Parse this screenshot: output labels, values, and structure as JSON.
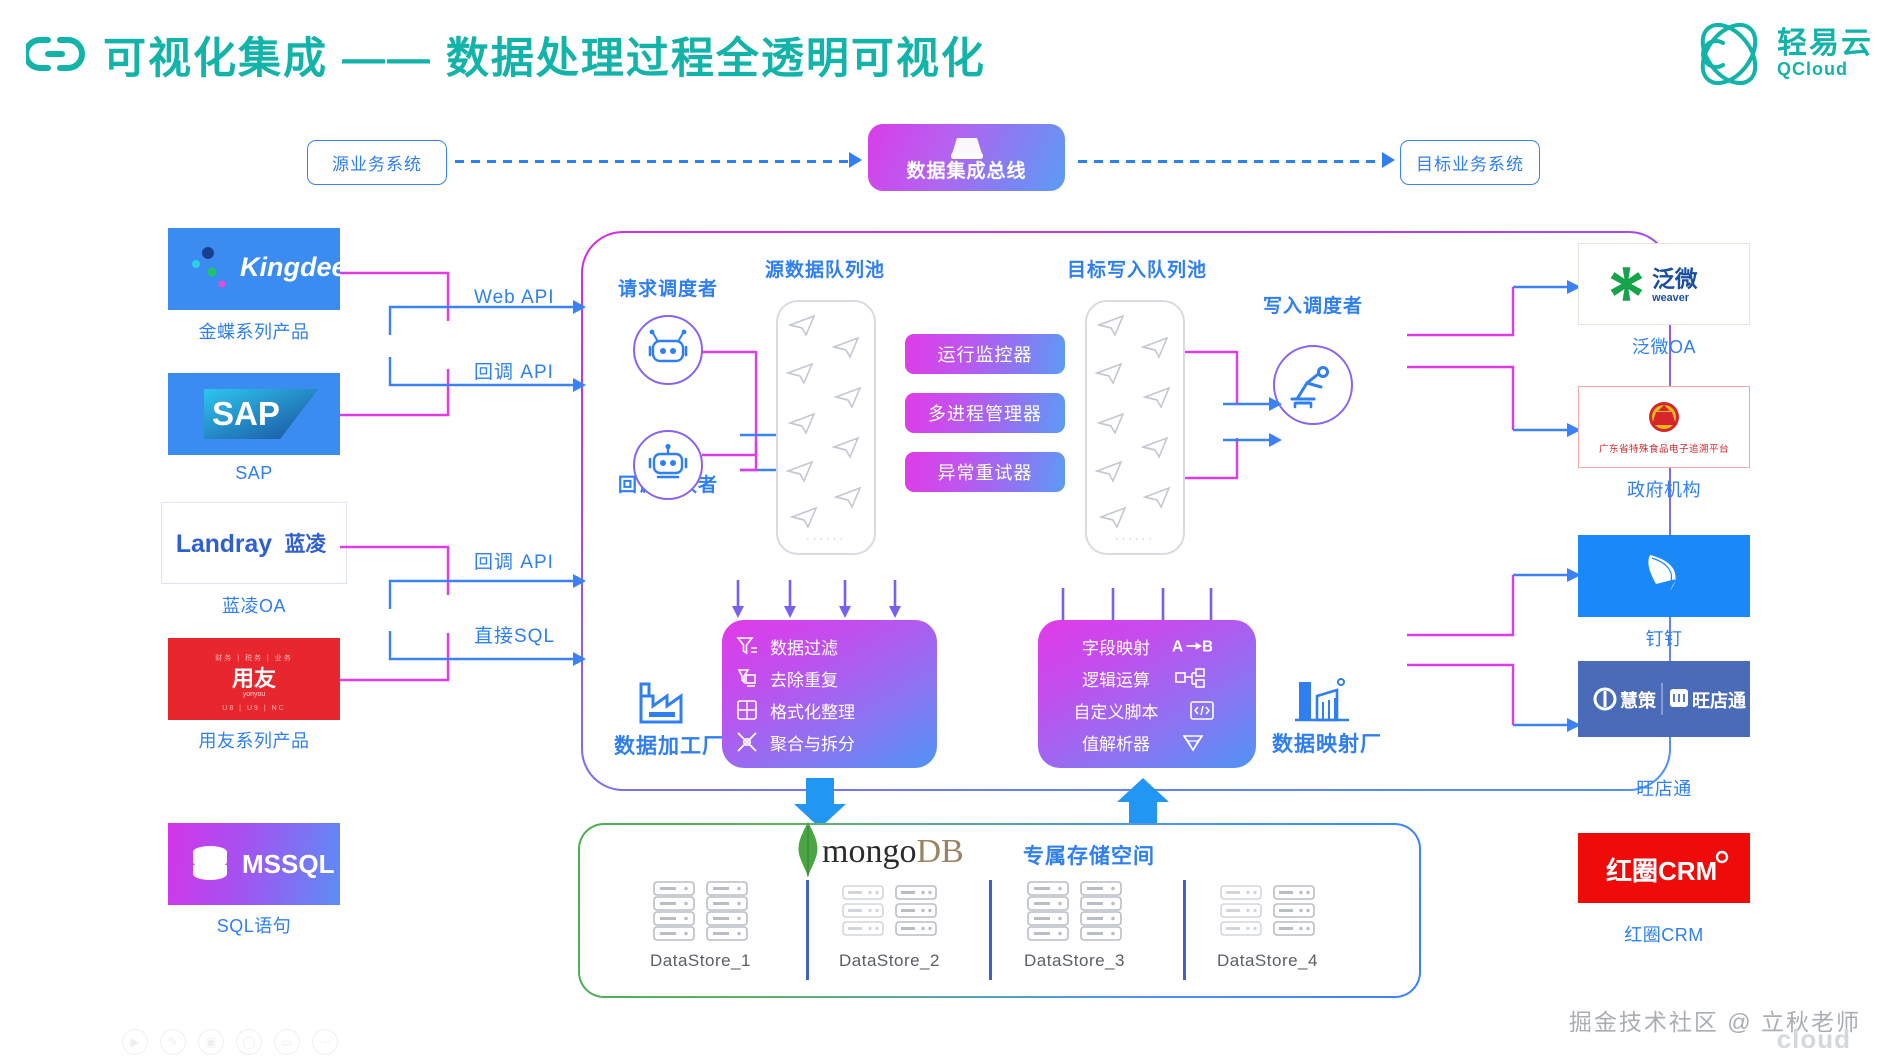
{
  "header": {
    "link_icon": "chain-link-icon",
    "title": "可视化集成 —— 数据处理过程全透明可视化",
    "brand_cn": "轻易云",
    "brand_en": "QCloud",
    "brand_color": "#12b3a8"
  },
  "top_flow": {
    "source_system": "源业务系统",
    "bus": "数据集成总线",
    "target_system": "目标业务系统"
  },
  "sources": [
    {
      "logo_text": "Kingdee",
      "caption": "金蝶系列产品",
      "color": "#3b8cf0"
    },
    {
      "logo_text": "SAP",
      "caption": "SAP",
      "color": "#3b8cf0"
    },
    {
      "logo_text": "Landray 蓝凌",
      "caption": "蓝凌OA",
      "color": "#ffffff"
    },
    {
      "logo_text": "用友",
      "caption": "用友系列产品",
      "color": "#e8262e"
    },
    {
      "logo_text": "MSSQL",
      "caption": "SQL语句",
      "color": "#c43ce8"
    }
  ],
  "connectors": [
    {
      "label": "Web API"
    },
    {
      "label": "回调 API"
    },
    {
      "label": "回调 API"
    },
    {
      "label": "直接SQL"
    }
  ],
  "center": {
    "request_scheduler": "请求调度者",
    "callback_receiver": "回调接收者",
    "source_queue_pool": "源数据队列池",
    "target_queue_pool": "目标写入队列池",
    "write_scheduler": "写入调度者",
    "pills": [
      "运行监控器",
      "多进程管理器",
      "异常重试器"
    ],
    "queue_dots": "······"
  },
  "factory": {
    "title": "数据加工厂",
    "icon": "factory-icon",
    "items": [
      {
        "label": "数据过滤",
        "icon": "filter-icon"
      },
      {
        "label": "去除重复",
        "icon": "dedupe-icon"
      },
      {
        "label": "格式化整理",
        "icon": "grid-icon"
      },
      {
        "label": "聚合与拆分",
        "icon": "split-merge-icon"
      }
    ]
  },
  "mapper": {
    "title": "数据映射厂",
    "icon": "mapping-plant-icon",
    "items": [
      {
        "label": "字段映射",
        "icon": "a-to-b-icon"
      },
      {
        "label": "逻辑运算",
        "icon": "logic-icon"
      },
      {
        "label": "自定义脚本",
        "icon": "script-icon"
      },
      {
        "label": "值解析器",
        "icon": "diamond-icon"
      }
    ]
  },
  "storage": {
    "brand_mongo": "mongo",
    "brand_db": "DB",
    "caption": "专属存储空间",
    "datastores": [
      "DataStore_1",
      "DataStore_2",
      "DataStore_3",
      "DataStore_4"
    ]
  },
  "targets": [
    {
      "logo_text": "泛微 weaver",
      "caption": "泛微OA",
      "color": "#ffffff"
    },
    {
      "logo_text": "广东省特殊食品电子追溯平台",
      "caption": "政府机构",
      "color": "#ffffff"
    },
    {
      "logo_text": "钉钉",
      "caption": "钉钉",
      "color": "#1989fa"
    },
    {
      "logo_text": "慧策 | 旺店通",
      "caption": "旺店通",
      "color": "#4a6cb8"
    },
    {
      "logo_text": "红圈CRM",
      "caption": "红圈CRM",
      "color": "#f00b0b"
    }
  ],
  "watermark": {
    "text": "掘金技术社区 @ 立秋老师",
    "cloud": "cloud"
  }
}
